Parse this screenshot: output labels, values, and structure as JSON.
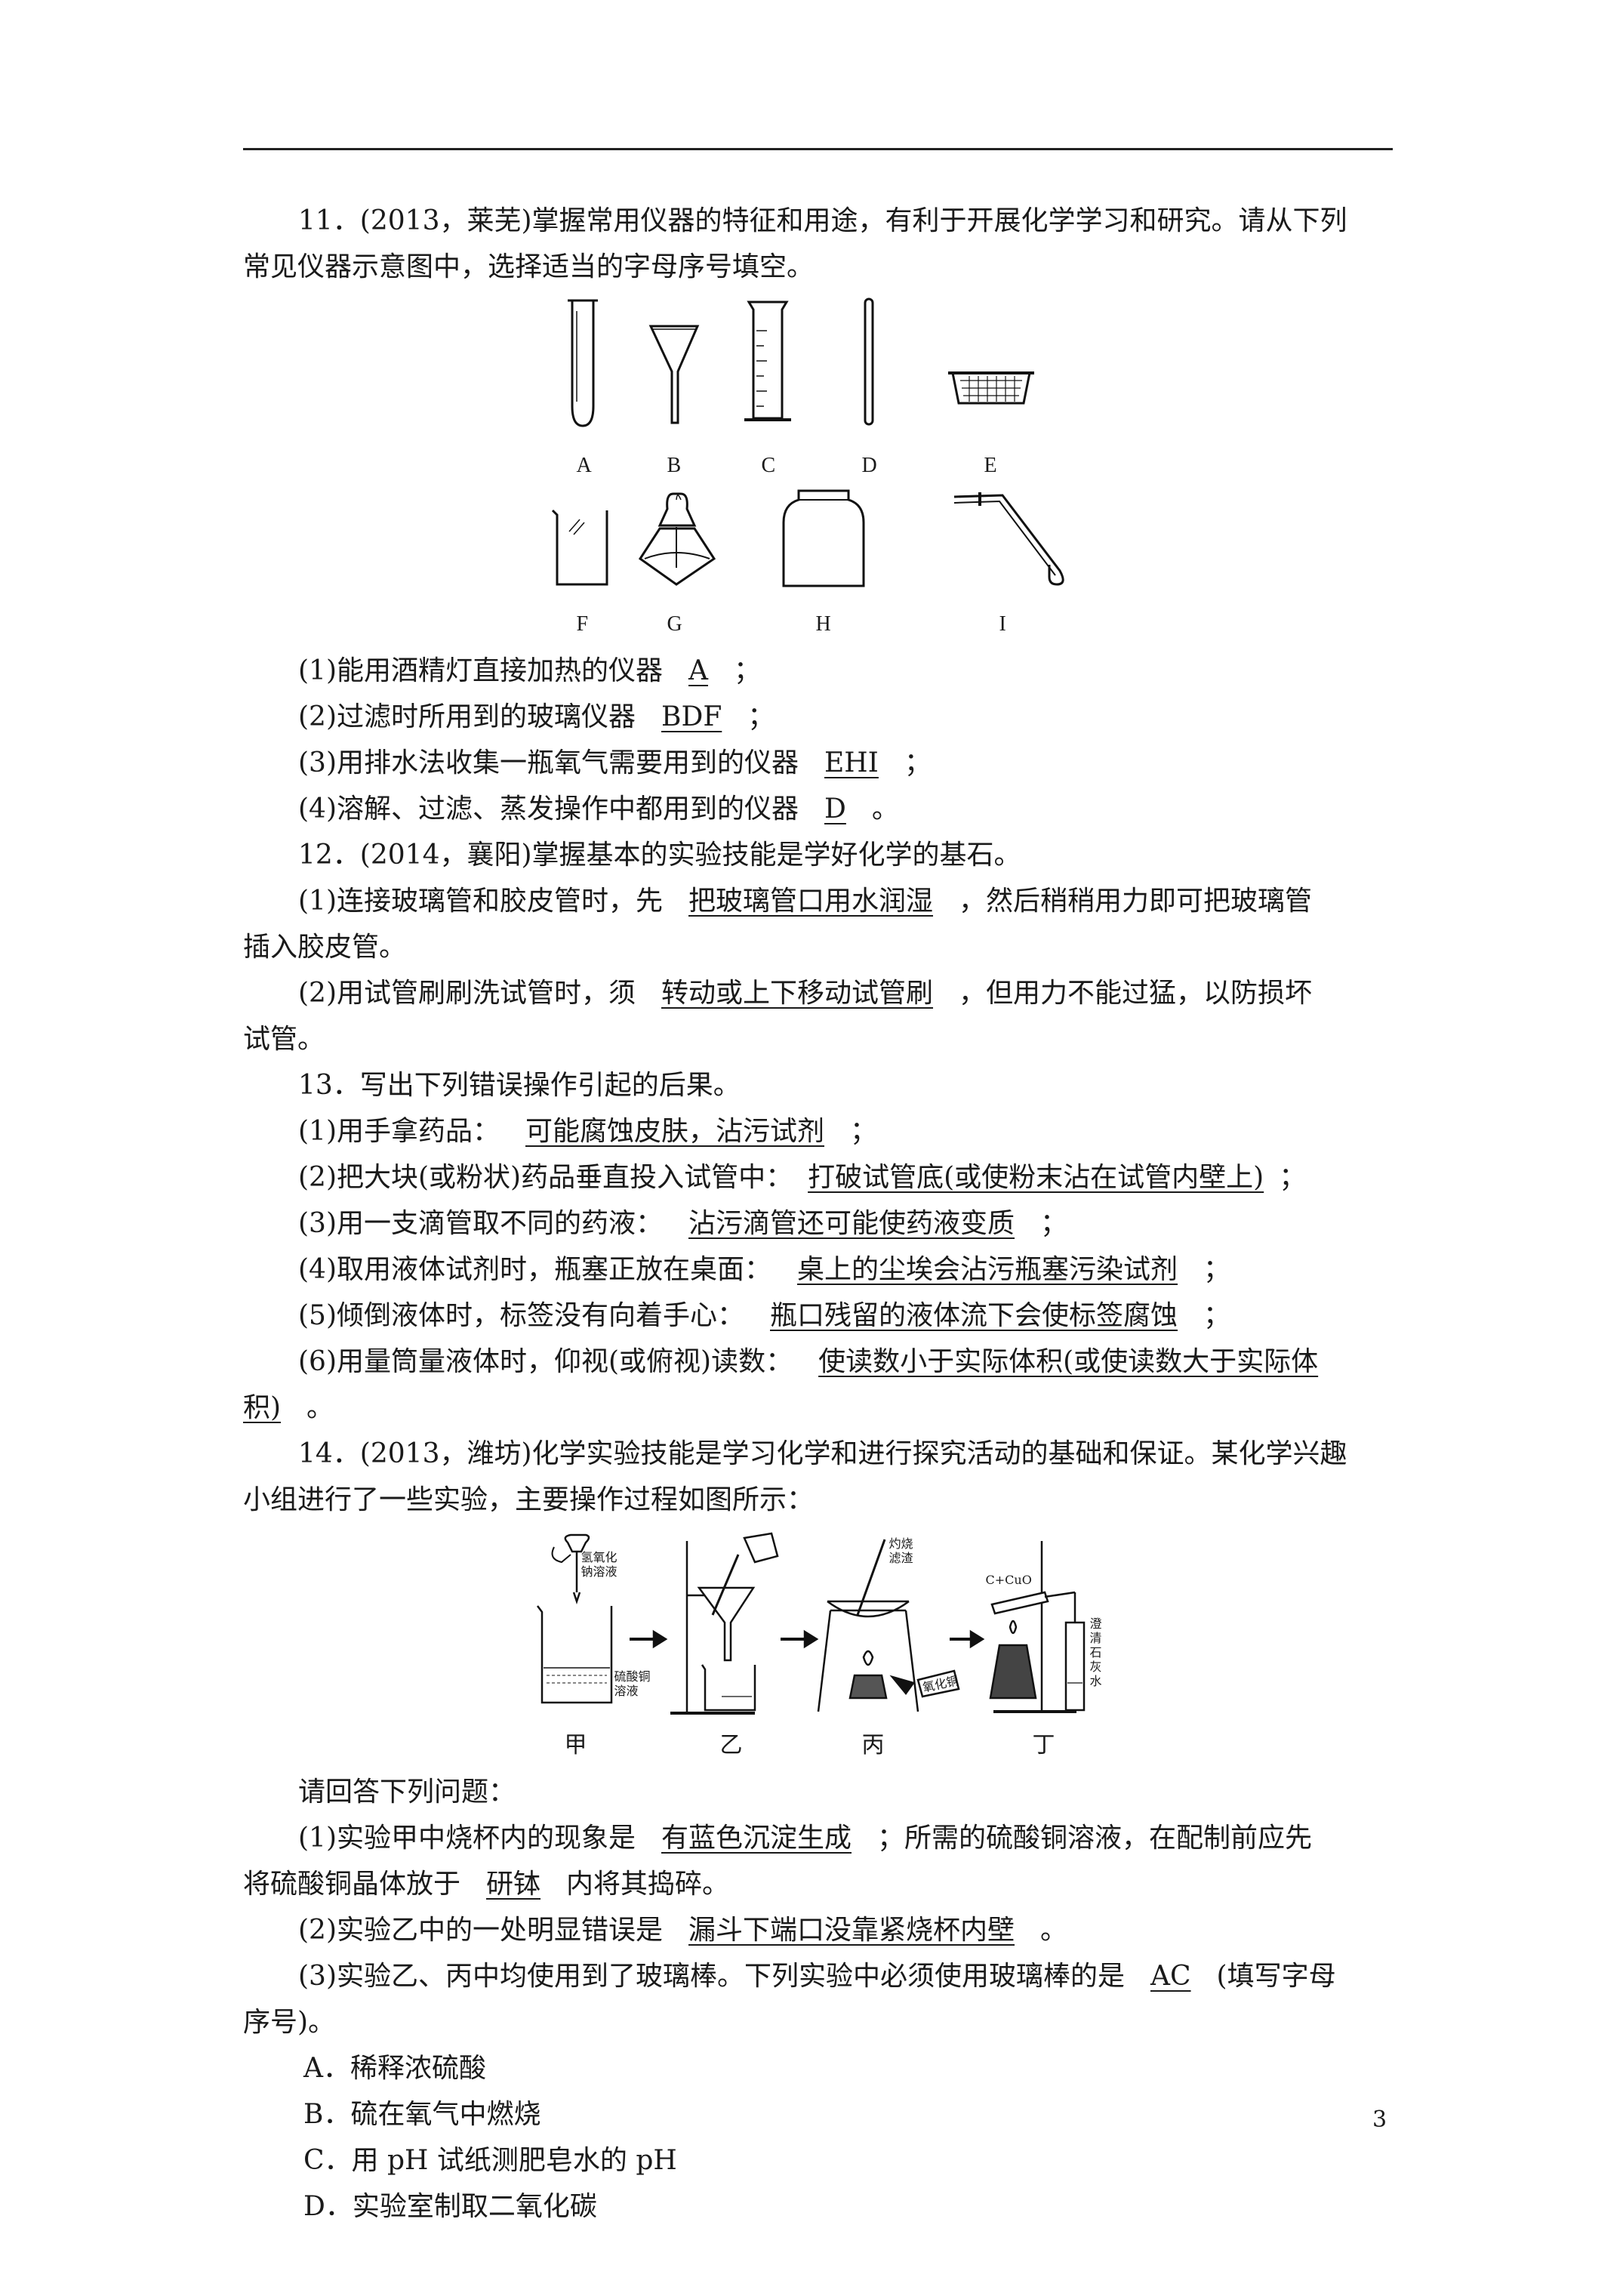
{
  "page_number": "3",
  "q11": {
    "stem_a": "11．(2013，莱芜)掌握常用仪器的特征和用途，有利于开展化学学习和研究。请从下列",
    "stem_b": "常见仪器示意图中，选择适当的字母序号填空。",
    "labels": [
      "A",
      "B",
      "C",
      "D",
      "E",
      "F",
      "G",
      "H",
      "I"
    ],
    "subs": [
      {
        "pre": "(1)能用酒精灯直接加热的仪器",
        "ans": "A",
        "post": "；"
      },
      {
        "pre": "(2)过滤时所用到的玻璃仪器",
        "ans": "BDF",
        "post": "；"
      },
      {
        "pre": "(3)用排水法收集一瓶氧气需要用到的仪器",
        "ans": "EHI",
        "post": "；"
      },
      {
        "pre": "(4)溶解、过滤、蒸发操作中都用到的仪器",
        "ans": "D",
        "post": "。"
      }
    ]
  },
  "q12": {
    "stem": "12．(2014，襄阳)掌握基本的实验技能是学好化学的基石。",
    "s1_pre": "(1)连接玻璃管和胶皮管时，先",
    "s1_ans": "把玻璃管口用水润湿",
    "s1_post": "，然后稍稍用力即可把玻璃管",
    "s1_cont": "插入胶皮管。",
    "s2_pre": "(2)用试管刷刷洗试管时，须",
    "s2_ans": "转动或上下移动试管刷",
    "s2_post": "，但用力不能过猛，以防损坏",
    "s2_cont": "试管。"
  },
  "q13": {
    "stem": "13．写出下列错误操作引起的后果。",
    "subs": [
      {
        "pre": "(1)用手拿药品：",
        "ans": "可能腐蚀皮肤，沾污试剂",
        "post": "；"
      },
      {
        "pre": "(2)把大块(或粉状)药品垂直投入试管中：",
        "ans": "打破试管底(或使粉末沾在试管内壁上)",
        "post": "；"
      },
      {
        "pre": "(3)用一支滴管取不同的药液：",
        "ans": "沾污滴管还可能使药液变质",
        "post": "；"
      },
      {
        "pre": "(4)取用液体试剂时，瓶塞正放在桌面：",
        "ans": "桌上的尘埃会沾污瓶塞污染试剂",
        "post": "；"
      },
      {
        "pre": "(5)倾倒液体时，标签没有向着手心：",
        "ans": "瓶口残留的液体流下会使标签腐蚀",
        "post": "；"
      }
    ],
    "s6_pre": "(6)用量筒量液体时，仰视(或俯视)读数：",
    "s6_ans_a": "使读数小于实际体积(或使读数大于实际体",
    "s6_ans_b": "积)",
    "s6_post": "。"
  },
  "q14": {
    "stem_a": "14．(2013，潍坊)化学实验技能是学习化学和进行探究活动的基础和保证。某化学兴趣",
    "stem_b": "小组进行了一些实验，主要操作过程如图所示：",
    "fig": {
      "jia": "甲",
      "yi": "乙",
      "bing": "丙",
      "ding": "丁",
      "naoh_a": "氢氧化",
      "naoh_b": "钠溶液",
      "cuso4_a": "硫酸铜",
      "cuso4_b": "溶液",
      "burn_a": "灼烧",
      "burn_b": "滤渣",
      "cuo": "氧化铜",
      "ccuo": "C+CuO",
      "lime": [
        "澄",
        "清",
        "石",
        "灰",
        "水"
      ]
    },
    "ask": "请回答下列问题：",
    "s1_pre": "(1)实验甲中烧杯内的现象是",
    "s1_ans": "有蓝色沉淀生成",
    "s1_mid": "；所需的硫酸铜溶液，在配制前应先",
    "s1_cont_pre": "将硫酸铜晶体放于",
    "s1_ans2": "研钵",
    "s1_cont_post": "内将其捣碎。",
    "s2_pre": "(2)实验乙中的一处明显错误是",
    "s2_ans": "漏斗下端口没靠紧烧杯内壁",
    "s2_post": "。",
    "s3_pre": "(3)实验乙、丙中均使用到了玻璃棒。下列实验中必须使用玻璃棒的是",
    "s3_ans": "AC",
    "s3_post": "(填写字母",
    "s3_cont": "序号)。",
    "options": [
      "A．稀释浓硫酸",
      "B．硫在氧气中燃烧",
      "C．用 pH 试纸测肥皂水的 pH",
      "D．实验室制取二氧化碳"
    ]
  }
}
